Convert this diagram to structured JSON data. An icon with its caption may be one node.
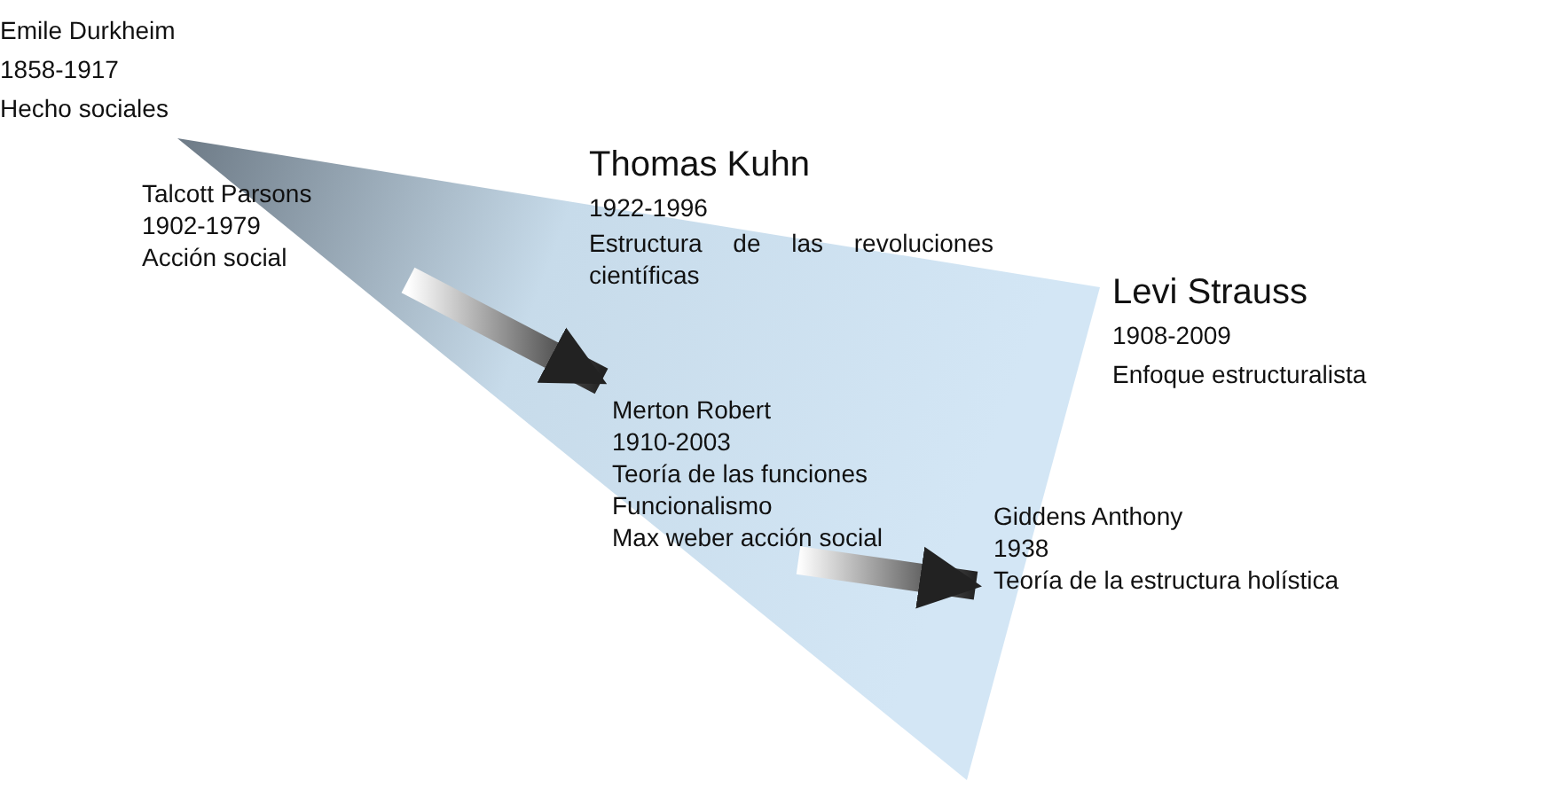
{
  "diagram": {
    "nodes": [
      {
        "text": [
          "Talcott Parsons",
          "1902-1979",
          "Acción social"
        ]
      },
      {
        "text": [
          "Merton Robert",
          "1910-2003",
          "Teoría de las funciones",
          "Funcionalismo",
          "Max weber acción social"
        ]
      },
      {
        "text": [
          "Giddens Anthony",
          "1938",
          "Teoría de la estructura holística"
        ]
      }
    ],
    "edges": [
      {
        "from": 0,
        "to": 1,
        "arrow": "to",
        "style": "thick"
      },
      {
        "from": 1,
        "to": 2,
        "arrow": "to",
        "style": "thick"
      }
    ],
    "labels": [
      "Emile Durkheim",
      "1858-1917",
      "Hecho sociales",
      "Thomas Kuhn",
      "1922-1996",
      "Estructura de las revoluciones científicas",
      "Levi Strauss",
      "1908-2009",
      "Enfoque estructuralista"
    ]
  }
}
